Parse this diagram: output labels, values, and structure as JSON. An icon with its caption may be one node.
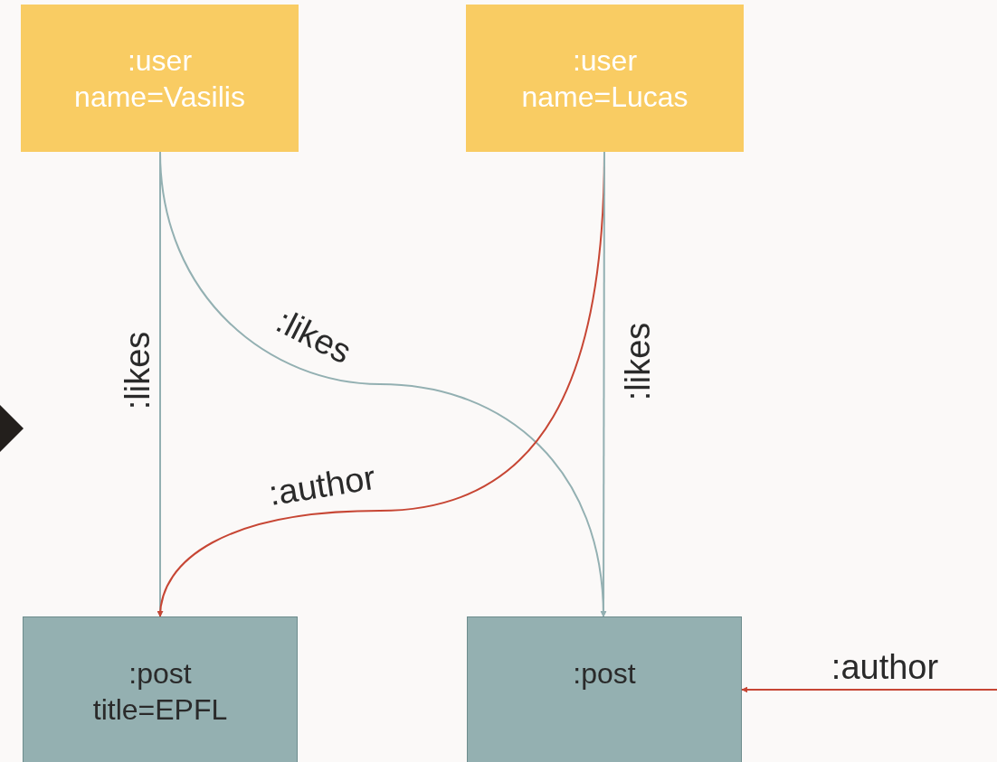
{
  "diagram": {
    "nodes": [
      {
        "text": [
          ":user",
          "name=Vasilis"
        ]
      },
      {
        "text": [
          ":user",
          "name=Lucas"
        ]
      },
      {
        "text": [
          ":post",
          "title=EPFL"
        ]
      },
      {
        "text": [
          ":post"
        ]
      }
    ],
    "edges": [
      {
        "from": 0,
        "to": 2,
        "arrow": "to",
        "label": ":likes"
      },
      {
        "from": 0,
        "to": 3,
        "arrow": "to",
        "label": ":likes"
      },
      {
        "from": 1,
        "to": 2,
        "arrow": "to",
        "label": ":author",
        "color": "#c74634"
      },
      {
        "from": 1,
        "to": 3,
        "arrow": "to",
        "label": ":likes"
      },
      {
        "from": null,
        "to": 3,
        "arrow": "to",
        "label": ":author",
        "color": "#c74634"
      }
    ]
  }
}
